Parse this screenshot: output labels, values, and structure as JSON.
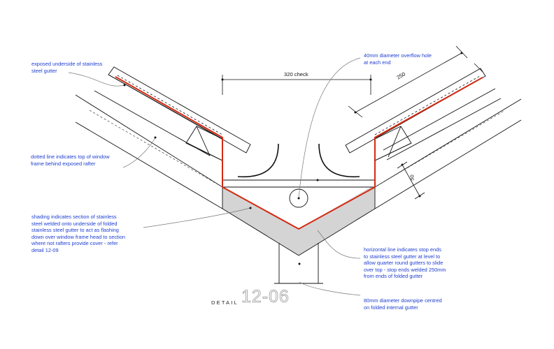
{
  "detail": {
    "label": "DETAIL",
    "number": "12-06"
  },
  "dimensions": {
    "check": "320 check",
    "offset": "250",
    "depth": "50"
  },
  "notes": {
    "underside": "exposed underside of stainless\nsteel gutter",
    "overflow": "40mm diameter overflow hole\nat each end",
    "dotted": "dotted line indicates top of window\nframe behind exposed rafter",
    "shading": "shading indicates section of stainless\nsteel welded onto underside of folded\nstainless steel gutter to act as flashing\ndown over window frame head to section\nwhere not rafters provide cover - refer\ndetail 12-09",
    "horizontal": "horizontal line indicates stop ends\nto stainless steel gutter at level to\nallow quarter round gutters to slide\nover top - stop ends welded 250mm\nfrom ends of folded gutter",
    "downpipe": "80mm diameter downpipe centred\non folded internal gutter"
  },
  "colors": {
    "annotation": "#1f3fd1",
    "gutter": "#d42a12",
    "shading": "#d4d4d4",
    "line": "#111111"
  }
}
